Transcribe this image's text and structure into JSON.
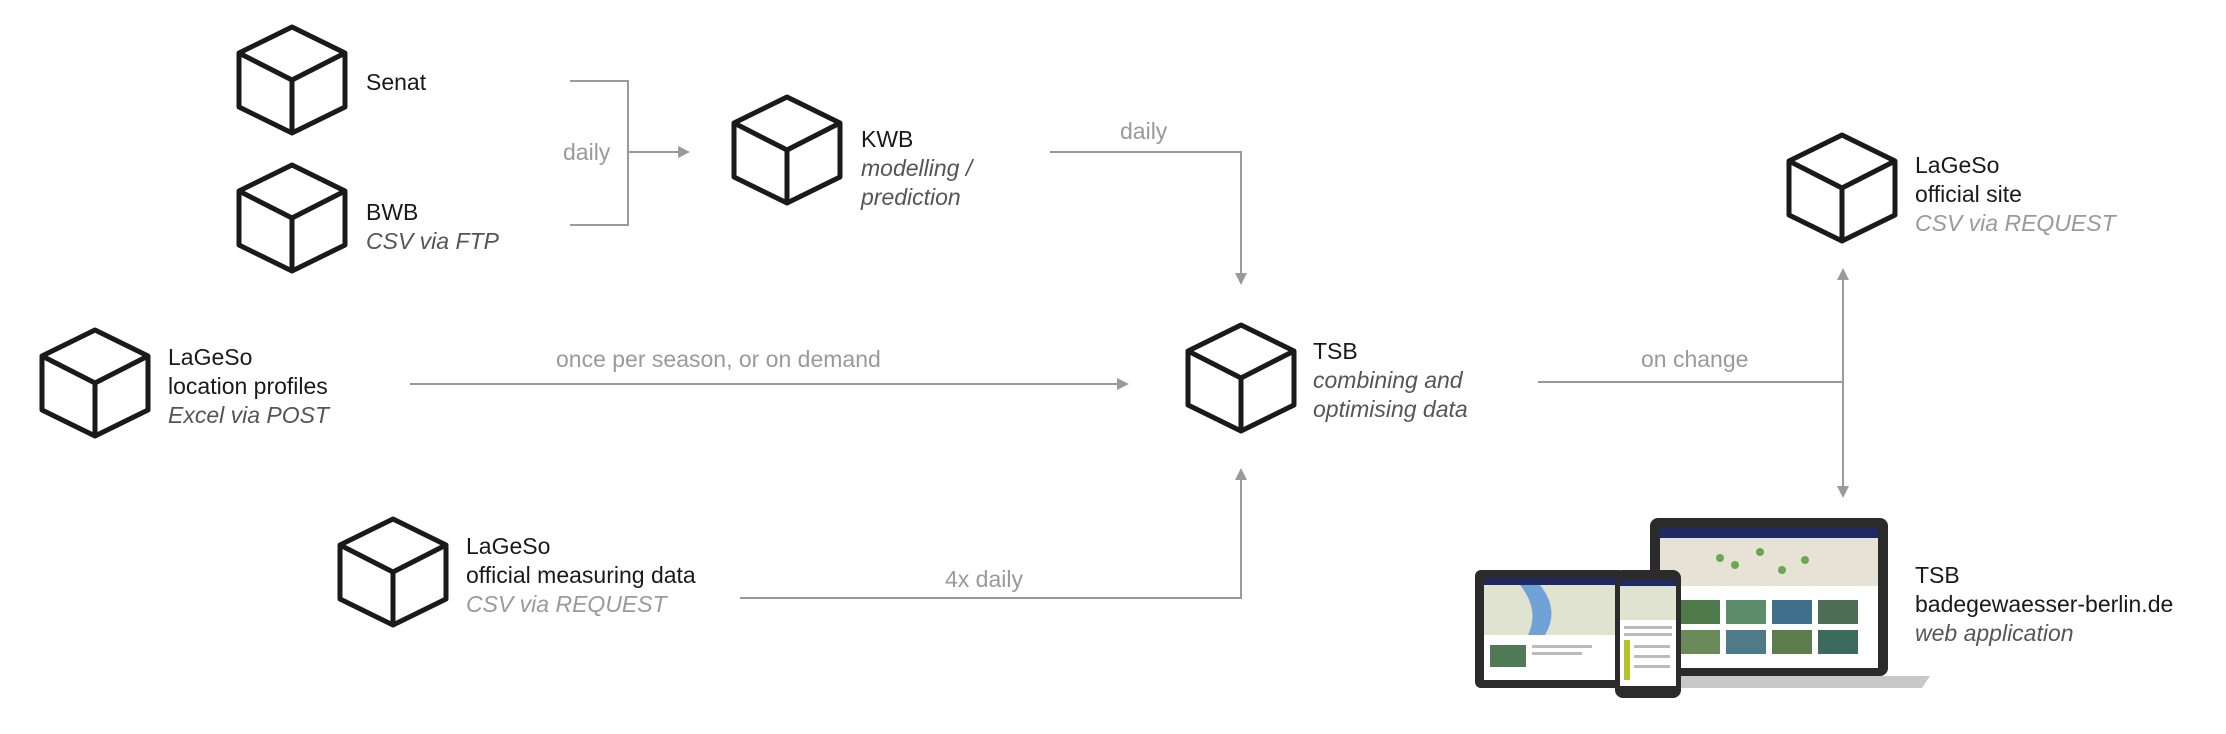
{
  "colors": {
    "line": "#9a9a9a",
    "cube": "#1a1a1a",
    "device_dark": "#2b2b2b",
    "device_accent": "#1f2a63"
  },
  "nodes": {
    "senat": {
      "title": "Senat"
    },
    "bwb": {
      "title": "BWB",
      "subtitle": "CSV via FTP"
    },
    "kwb": {
      "title": "KWB",
      "subtitle_line1": "modelling /",
      "subtitle_line2": "prediction"
    },
    "lageso_profiles": {
      "title": "LaGeSo",
      "line2": "location profiles",
      "subtitle": "Excel via POST"
    },
    "tsb_central": {
      "title": "TSB",
      "subtitle_line1": "combining and",
      "subtitle_line2": "optimising data"
    },
    "lageso_measuring": {
      "title": "LaGeSo",
      "line2": "official measuring data",
      "subtitle": "CSV via REQUEST"
    },
    "lageso_site": {
      "title": "LaGeSo",
      "line2": "official site",
      "subtitle": "CSV via REQUEST"
    },
    "tsb_web": {
      "title": "TSB",
      "line2": "badegewaesser-berlin.de",
      "subtitle": "web application"
    }
  },
  "edges": {
    "senat_bwb_to_kwb": "daily",
    "kwb_to_tsb": "daily",
    "profiles_to_tsb": "once per season, or on demand",
    "measuring_to_tsb": "4x daily",
    "tsb_to_outputs": "on change"
  }
}
